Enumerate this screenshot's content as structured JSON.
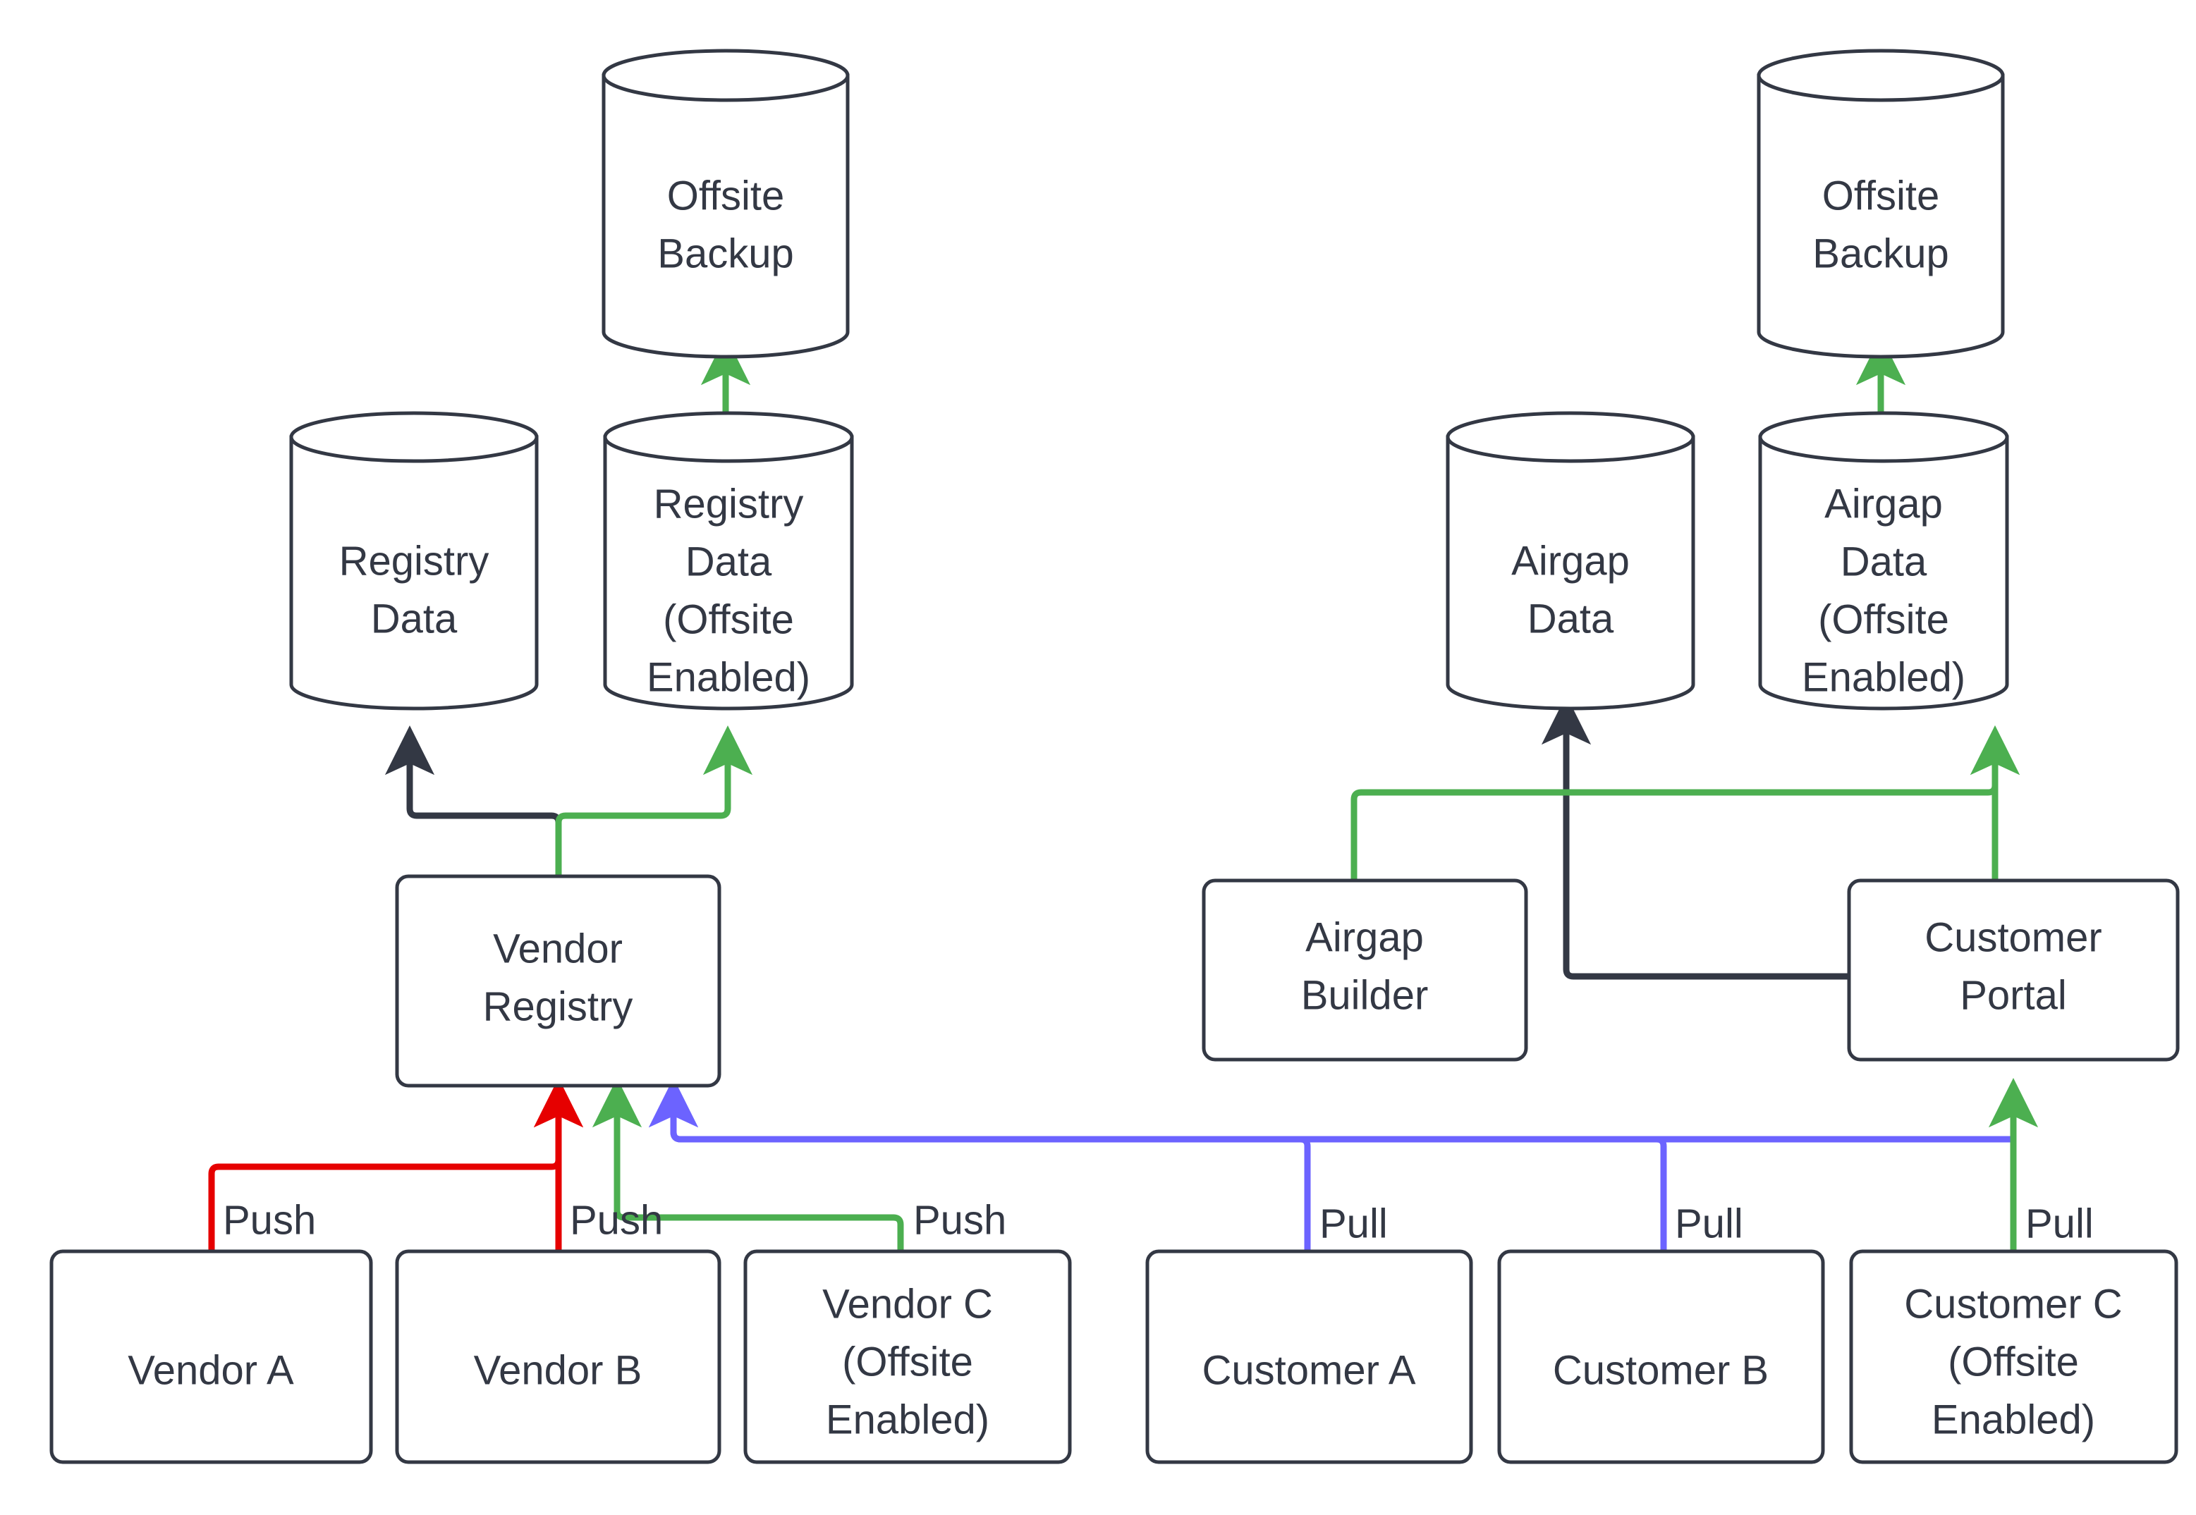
{
  "diagram": {
    "title": "Vendor / Customer Registry and Airgap Data Flow",
    "background": "#ffffff",
    "colors": {
      "stroke": "#333844",
      "text": "#333844",
      "fill": "#ffffff",
      "green": "#4caf50",
      "red": "#e60000",
      "purple": "#6c63ff",
      "dark": "#333844"
    },
    "nodes": {
      "offsite_backup_left": {
        "label_line1": "Offsite",
        "label_line2": "Backup",
        "shape": "cylinder"
      },
      "offsite_backup_right": {
        "label_line1": "Offsite",
        "label_line2": "Backup",
        "shape": "cylinder"
      },
      "registry_data": {
        "label_line1": "Registry",
        "label_line2": "Data",
        "shape": "cylinder"
      },
      "registry_data_offsite": {
        "label_line1": "Registry",
        "label_line2": "Data",
        "label_line3": "(Offsite",
        "label_line4": "Enabled)",
        "shape": "cylinder"
      },
      "airgap_data": {
        "label_line1": "Airgap",
        "label_line2": "Data",
        "shape": "cylinder"
      },
      "airgap_data_offsite": {
        "label_line1": "Airgap",
        "label_line2": "Data",
        "label_line3": "(Offsite",
        "label_line4": "Enabled)",
        "shape": "cylinder"
      },
      "vendor_registry": {
        "label_line1": "Vendor",
        "label_line2": "Registry",
        "shape": "rounded-rect"
      },
      "airgap_builder": {
        "label_line1": "Airgap",
        "label_line2": "Builder",
        "shape": "rounded-rect"
      },
      "customer_portal": {
        "label_line1": "Customer",
        "label_line2": "Portal",
        "shape": "rounded-rect"
      },
      "vendor_a": {
        "label_line1": "Vendor A",
        "shape": "rounded-rect"
      },
      "vendor_b": {
        "label_line1": "Vendor B",
        "shape": "rounded-rect"
      },
      "vendor_c": {
        "label_line1": "Vendor C",
        "label_line2": "(Offsite",
        "label_line3": "Enabled)",
        "shape": "rounded-rect"
      },
      "customer_a": {
        "label_line1": "Customer A",
        "shape": "rounded-rect"
      },
      "customer_b": {
        "label_line1": "Customer B",
        "shape": "rounded-rect"
      },
      "customer_c": {
        "label_line1": "Customer C",
        "label_line2": "(Offsite",
        "label_line3": "Enabled)",
        "shape": "rounded-rect"
      }
    },
    "edge_labels": {
      "vendor_a_push": "Push",
      "vendor_b_push": "Push",
      "vendor_c_push": "Push",
      "customer_a_pull": "Pull",
      "customer_b_pull": "Pull",
      "customer_c_pull": "Pull"
    },
    "edges": [
      {
        "from": "vendor_a",
        "to": "vendor_registry",
        "label": "Push",
        "color": "#e60000"
      },
      {
        "from": "vendor_b",
        "to": "vendor_registry",
        "label": "Push",
        "color": "#e60000"
      },
      {
        "from": "vendor_c",
        "to": "vendor_registry",
        "label": "Push",
        "color": "#4caf50"
      },
      {
        "from": "customer_a",
        "to": "vendor_registry",
        "label": "Pull",
        "color": "#6c63ff"
      },
      {
        "from": "customer_b",
        "to": "vendor_registry",
        "label": "Pull",
        "color": "#6c63ff"
      },
      {
        "from": "customer_c",
        "to": "customer_portal",
        "label": "Pull",
        "color": "#4caf50"
      },
      {
        "from": "vendor_registry",
        "to": "registry_data",
        "label": "",
        "color": "#333844"
      },
      {
        "from": "vendor_registry",
        "to": "registry_data_offsite",
        "label": "",
        "color": "#4caf50"
      },
      {
        "from": "registry_data_offsite",
        "to": "offsite_backup_left",
        "label": "",
        "color": "#4caf50"
      },
      {
        "from": "customer_portal",
        "to": "airgap_data",
        "label": "",
        "color": "#333844"
      },
      {
        "from": "airgap_builder",
        "to": "airgap_data_offsite",
        "label": "",
        "color": "#4caf50"
      },
      {
        "from": "customer_portal",
        "to": "airgap_data_offsite",
        "label": "",
        "color": "#4caf50"
      },
      {
        "from": "airgap_data_offsite",
        "to": "offsite_backup_right",
        "label": "",
        "color": "#4caf50"
      }
    ]
  }
}
